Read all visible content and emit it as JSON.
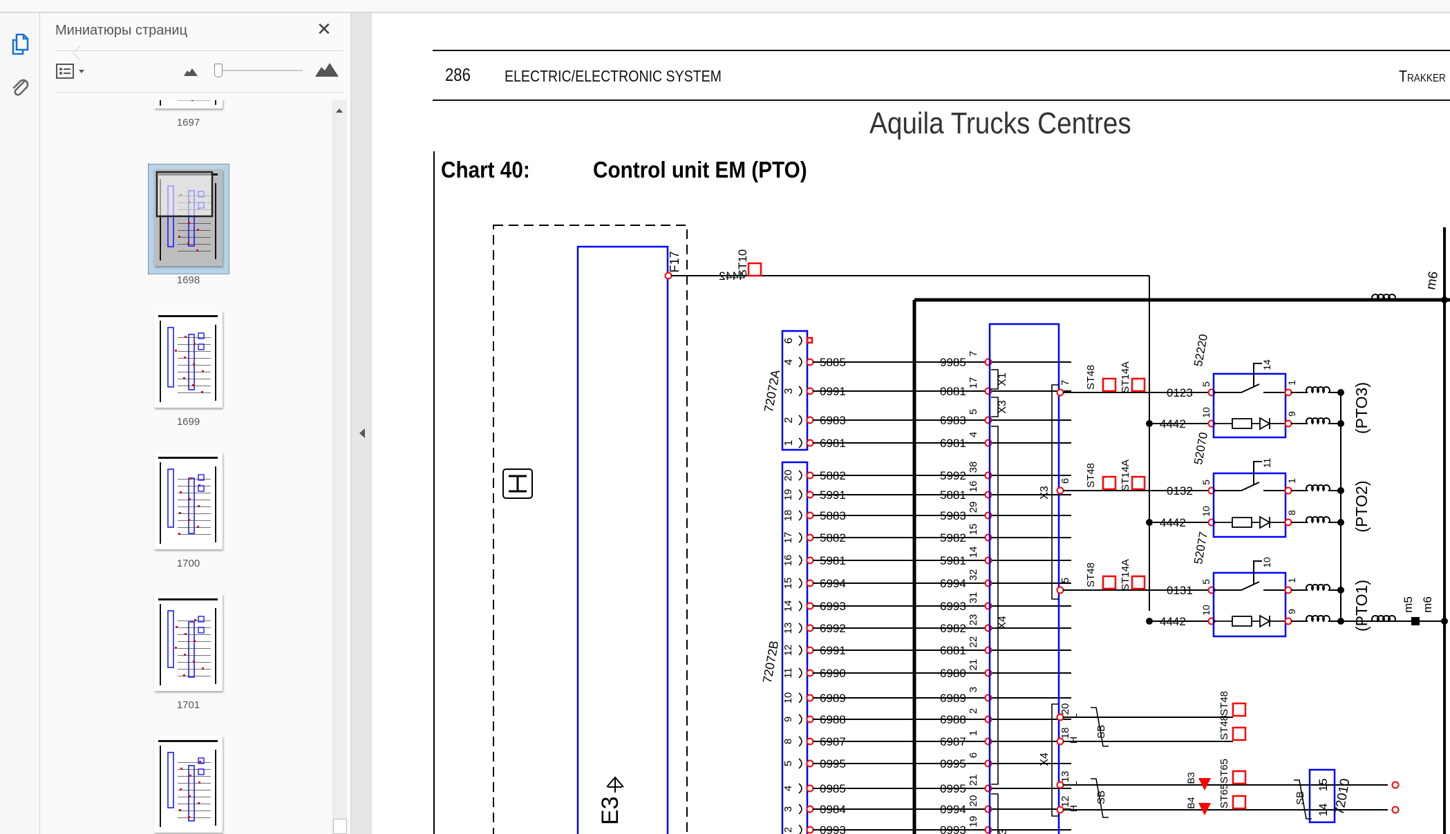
{
  "sidebar": {
    "icons": [
      {
        "name": "page-thumbnails-icon",
        "active": true
      },
      {
        "name": "attachments-icon",
        "active": false
      }
    ]
  },
  "thumbnails_panel": {
    "title": "Миниатюры страниц",
    "close_label": "✕",
    "options_label": "Options",
    "thumb_size_fraction": 0.0,
    "pages": [
      {
        "label": "1697",
        "selected": false
      },
      {
        "label": "1698",
        "selected": true
      },
      {
        "label": "1699",
        "selected": false
      },
      {
        "label": "1700",
        "selected": false
      },
      {
        "label": "1701",
        "selected": false
      },
      {
        "label": "",
        "selected": false
      }
    ]
  },
  "document": {
    "page_number": "286",
    "section": "ELECTRIC/ELECTRONIC SYSTEM",
    "brand": "Trakker",
    "watermark": "Aquila Trucks Centres",
    "chart_label": "Chart 40:",
    "chart_name": "Control unit EM (PTO)",
    "colors": {
      "component": "#0000ff",
      "terminal": "#ff0000",
      "wire": "#000000"
    },
    "schematic": {
      "fuse": "F17",
      "fuse_wire": "4442",
      "splice_top": "ST10",
      "connector_a": {
        "name": "72072A",
        "pins": [
          {
            "pin": "6",
            "wire_left": "",
            "wire_right": "",
            "ecu_pin": ""
          },
          {
            "pin": "4",
            "wire_left": "5885",
            "wire_right": "9985",
            "ecu_pin": "7"
          },
          {
            "pin": "3",
            "wire_left": "0991",
            "wire_right": "0881",
            "ecu_pin": "17"
          },
          {
            "pin": "2",
            "wire_left": "6983",
            "wire_right": "6983",
            "ecu_pin": "5"
          },
          {
            "pin": "1",
            "wire_left": "6981",
            "wire_right": "6981",
            "ecu_pin": "4"
          }
        ]
      },
      "connector_b": {
        "name": "72072B",
        "pins": [
          {
            "pin": "20",
            "wire_left": "5882",
            "wire_right": "5992",
            "ecu_pin": "38"
          },
          {
            "pin": "19",
            "wire_left": "5991",
            "wire_right": "5881",
            "ecu_pin": "16"
          },
          {
            "pin": "18",
            "wire_left": "5883",
            "wire_right": "5983",
            "ecu_pin": "29"
          },
          {
            "pin": "17",
            "wire_left": "5882",
            "wire_right": "5982",
            "ecu_pin": "15"
          },
          {
            "pin": "16",
            "wire_left": "5981",
            "wire_right": "5981",
            "ecu_pin": "14"
          },
          {
            "pin": "15",
            "wire_left": "6994",
            "wire_right": "6994",
            "ecu_pin": "32"
          },
          {
            "pin": "14",
            "wire_left": "6993",
            "wire_right": "6993",
            "ecu_pin": "31"
          },
          {
            "pin": "13",
            "wire_left": "6992",
            "wire_right": "6982",
            "ecu_pin": "23"
          },
          {
            "pin": "12",
            "wire_left": "6991",
            "wire_right": "6881",
            "ecu_pin": "22"
          },
          {
            "pin": "11",
            "wire_left": "6990",
            "wire_right": "6980",
            "ecu_pin": "21"
          },
          {
            "pin": "10",
            "wire_left": "6989",
            "wire_right": "6989",
            "ecu_pin": "3"
          },
          {
            "pin": "9",
            "wire_left": "6988",
            "wire_right": "6988",
            "ecu_pin": "2"
          },
          {
            "pin": "8",
            "wire_left": "6987",
            "wire_right": "6987",
            "ecu_pin": "1"
          },
          {
            "pin": "5",
            "wire_left": "0995",
            "wire_right": "0995",
            "ecu_pin": "6"
          },
          {
            "pin": "4",
            "wire_left": "0985",
            "wire_right": "0995",
            "ecu_pin": "21"
          },
          {
            "pin": "3",
            "wire_left": "0984",
            "wire_right": "0994",
            "ecu_pin": "20"
          },
          {
            "pin": "2",
            "wire_left": "0993",
            "wire_right": "0993",
            "ecu_pin": "19"
          }
        ]
      },
      "ecu_connectors": [
        "X1",
        "X3",
        "X4",
        "X3"
      ],
      "relays": [
        {
          "code": "52220",
          "ecu_pin": "7",
          "wire": "0123",
          "pin_in": "5",
          "pin_coil": "10",
          "pin_out": "1",
          "pin_out2": "9",
          "contact": "14",
          "label": "(PTO3)",
          "splices": [
            "ST48",
            "ST14A"
          ]
        },
        {
          "code": "52070",
          "ecu_pin": "6",
          "wire": "0132",
          "pin_in": "5",
          "pin_coil": "10",
          "pin_out": "1",
          "pin_out2": "8",
          "contact": "11",
          "label": "(PTO2)",
          "splices": [
            "ST48",
            "ST14A"
          ]
        },
        {
          "code": "52077",
          "ecu_pin": "5",
          "wire": "0131",
          "pin_in": "5",
          "pin_coil": "10",
          "pin_out": "1",
          "pin_out2": "9",
          "contact": "10",
          "label": "(PTO1)",
          "splices": [
            "ST48",
            "ST14A"
          ]
        }
      ],
      "relay_feed_wire": "4442",
      "ground_labels": [
        "m6",
        "m5",
        "m6"
      ],
      "can_section": {
        "connector": "X4",
        "lines": [
          {
            "ecu_pin": "20",
            "level": "L",
            "splice": "ST48"
          },
          {
            "ecu_pin": "18",
            "level": "H",
            "splice": "ST48"
          },
          {
            "ecu_pin": "13",
            "level": "L",
            "splice": "ST65",
            "marker": "B3"
          },
          {
            "ecu_pin": "12",
            "level": "H",
            "splice": "ST65",
            "marker": "B4"
          }
        ],
        "shield_label": "SB",
        "target": {
          "name": "72010",
          "pins": [
            "15",
            "14"
          ]
        }
      },
      "ecu_marker": "E3"
    }
  }
}
